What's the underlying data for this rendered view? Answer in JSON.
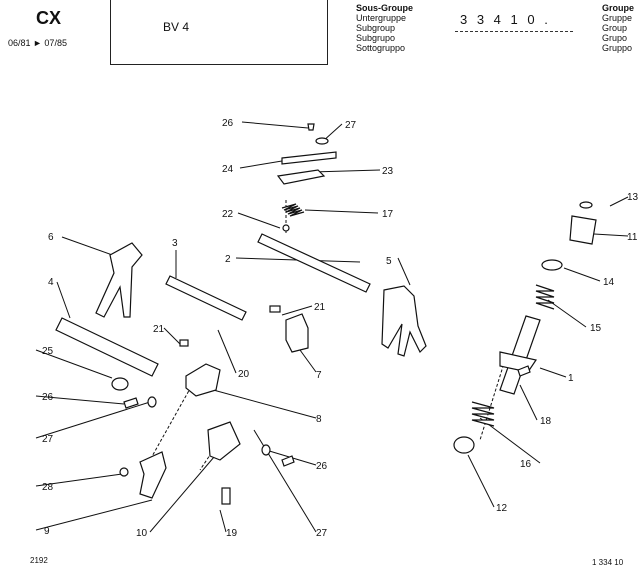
{
  "header": {
    "model": "CX",
    "dates": "06/81 ► 07/85",
    "gearbox": "BV 4",
    "subgroup_lines": [
      "Sous-Groupe",
      "Untergruppe",
      "Subgroup",
      "Subgrupo",
      "Sottogruppo"
    ],
    "subgroup_code": "3 3 4 1 0 .",
    "group_lines": [
      "Groupe",
      "Gruppe",
      "Group",
      "Grupo",
      "Gruppo"
    ]
  },
  "footer": {
    "left": "2192",
    "right": "1  334  10"
  },
  "callouts": [
    "26",
    "27",
    "24",
    "23",
    "22",
    "17",
    "6",
    "3",
    "2",
    "5",
    "13",
    "11",
    "14",
    "4",
    "21",
    "21",
    "15",
    "25",
    "20",
    "7",
    "1",
    "26",
    "8",
    "18",
    "27",
    "26",
    "16",
    "28",
    "9",
    "10",
    "19",
    "27",
    "12"
  ]
}
